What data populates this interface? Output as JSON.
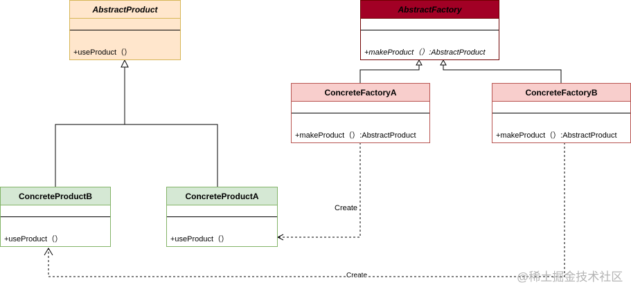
{
  "classes": {
    "abstract_product": {
      "name": "AbstractProduct",
      "operation": "+useProduct（）"
    },
    "abstract_factory": {
      "name": "AbstractFactory",
      "operation": "+makeProduct（）:AbstractProduct"
    },
    "concrete_factory_a": {
      "name": "ConcreteFactoryA",
      "operation": "+makeProduct（）:AbstractProduct"
    },
    "concrete_factory_b": {
      "name": "ConcreteFactoryB",
      "operation": "+makeProduct（）:AbstractProduct"
    },
    "concrete_product_b": {
      "name": "ConcreteProductB",
      "operation": "+useProduct（）"
    },
    "concrete_product_a": {
      "name": "ConcreteProductA",
      "operation": "+useProduct（）"
    }
  },
  "relations": {
    "create_label_a": "Create",
    "create_label_b": "Create"
  },
  "watermark": "@稀土掘金技术社区",
  "colors": {
    "abstract_product_fill": "#ffe6cc",
    "abstract_product_stroke": "#d6b656",
    "abstract_factory_fill": "#a20025",
    "abstract_factory_stroke": "#6f0000",
    "concrete_factory_fill": "#f8cecc",
    "concrete_factory_stroke": "#b85450",
    "concrete_product_fill": "#d5e8d4",
    "concrete_product_stroke": "#82b366"
  }
}
